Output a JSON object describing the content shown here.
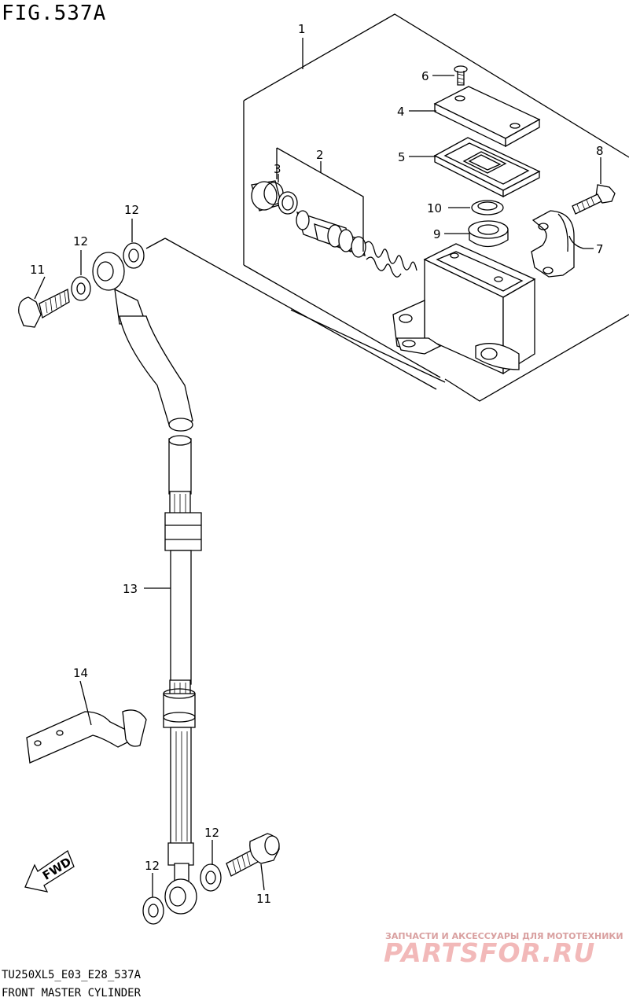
{
  "header": {
    "figure_id": "FIG.537A"
  },
  "footer": {
    "model_code": "TU250XL5_E03_E28_537A",
    "caption": "FRONT MASTER CYLINDER"
  },
  "callouts": [
    "1",
    "2",
    "3",
    "4",
    "5",
    "6",
    "7",
    "8",
    "9",
    "10",
    "11",
    "11",
    "12",
    "12",
    "12",
    "12",
    "13",
    "14"
  ],
  "fwd_label": "FWD",
  "watermark": {
    "tagline": "ЗАПЧАСТИ И АКСЕССУАРЫ ДЛЯ МОТОТЕХНИКИ",
    "logo_text": "PARTSFOR.RU"
  }
}
